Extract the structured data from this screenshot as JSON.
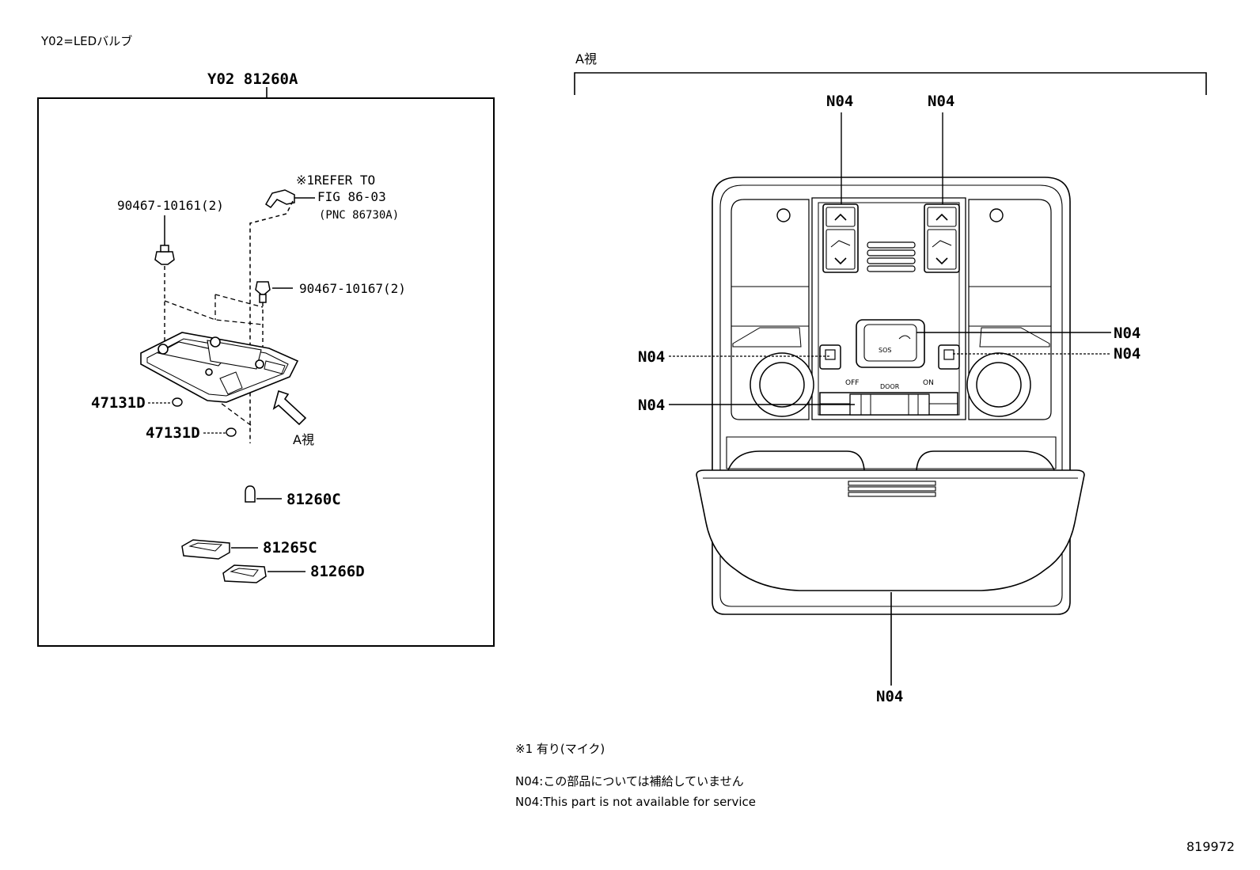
{
  "header_note": "Y02=LEDバルブ",
  "left_panel": {
    "assembly_label": "Y02 81260A",
    "refer_line1": "※1REFER TO",
    "refer_line2": "FIG 86-03",
    "refer_line3": "(PNC 86730A)",
    "screw_top": "90467-10161(2)",
    "screw_right": "90467-10167(2)",
    "plug_1": "47131D",
    "plug_2": "47131D",
    "view_label": "A視",
    "bulb": "81260C",
    "lens_1": "81265C",
    "lens_2": "81266D"
  },
  "right_panel": {
    "view_title": "A視",
    "callouts": {
      "top_left": "N04",
      "top_right": "N04",
      "sos_button": "N04",
      "right_switch": "N04",
      "left_switch": "N04",
      "slide_switch": "N04",
      "box": "N04"
    },
    "switch_labels": {
      "off": "OFF",
      "door": "DOOR",
      "on": "ON",
      "sos": "SOS"
    }
  },
  "footnotes": {
    "mark": "※1 有り(マイク)",
    "jp": "N04:この部品については補給していません",
    "en": "N04:This part is not available for service"
  },
  "figure_id": "819972"
}
